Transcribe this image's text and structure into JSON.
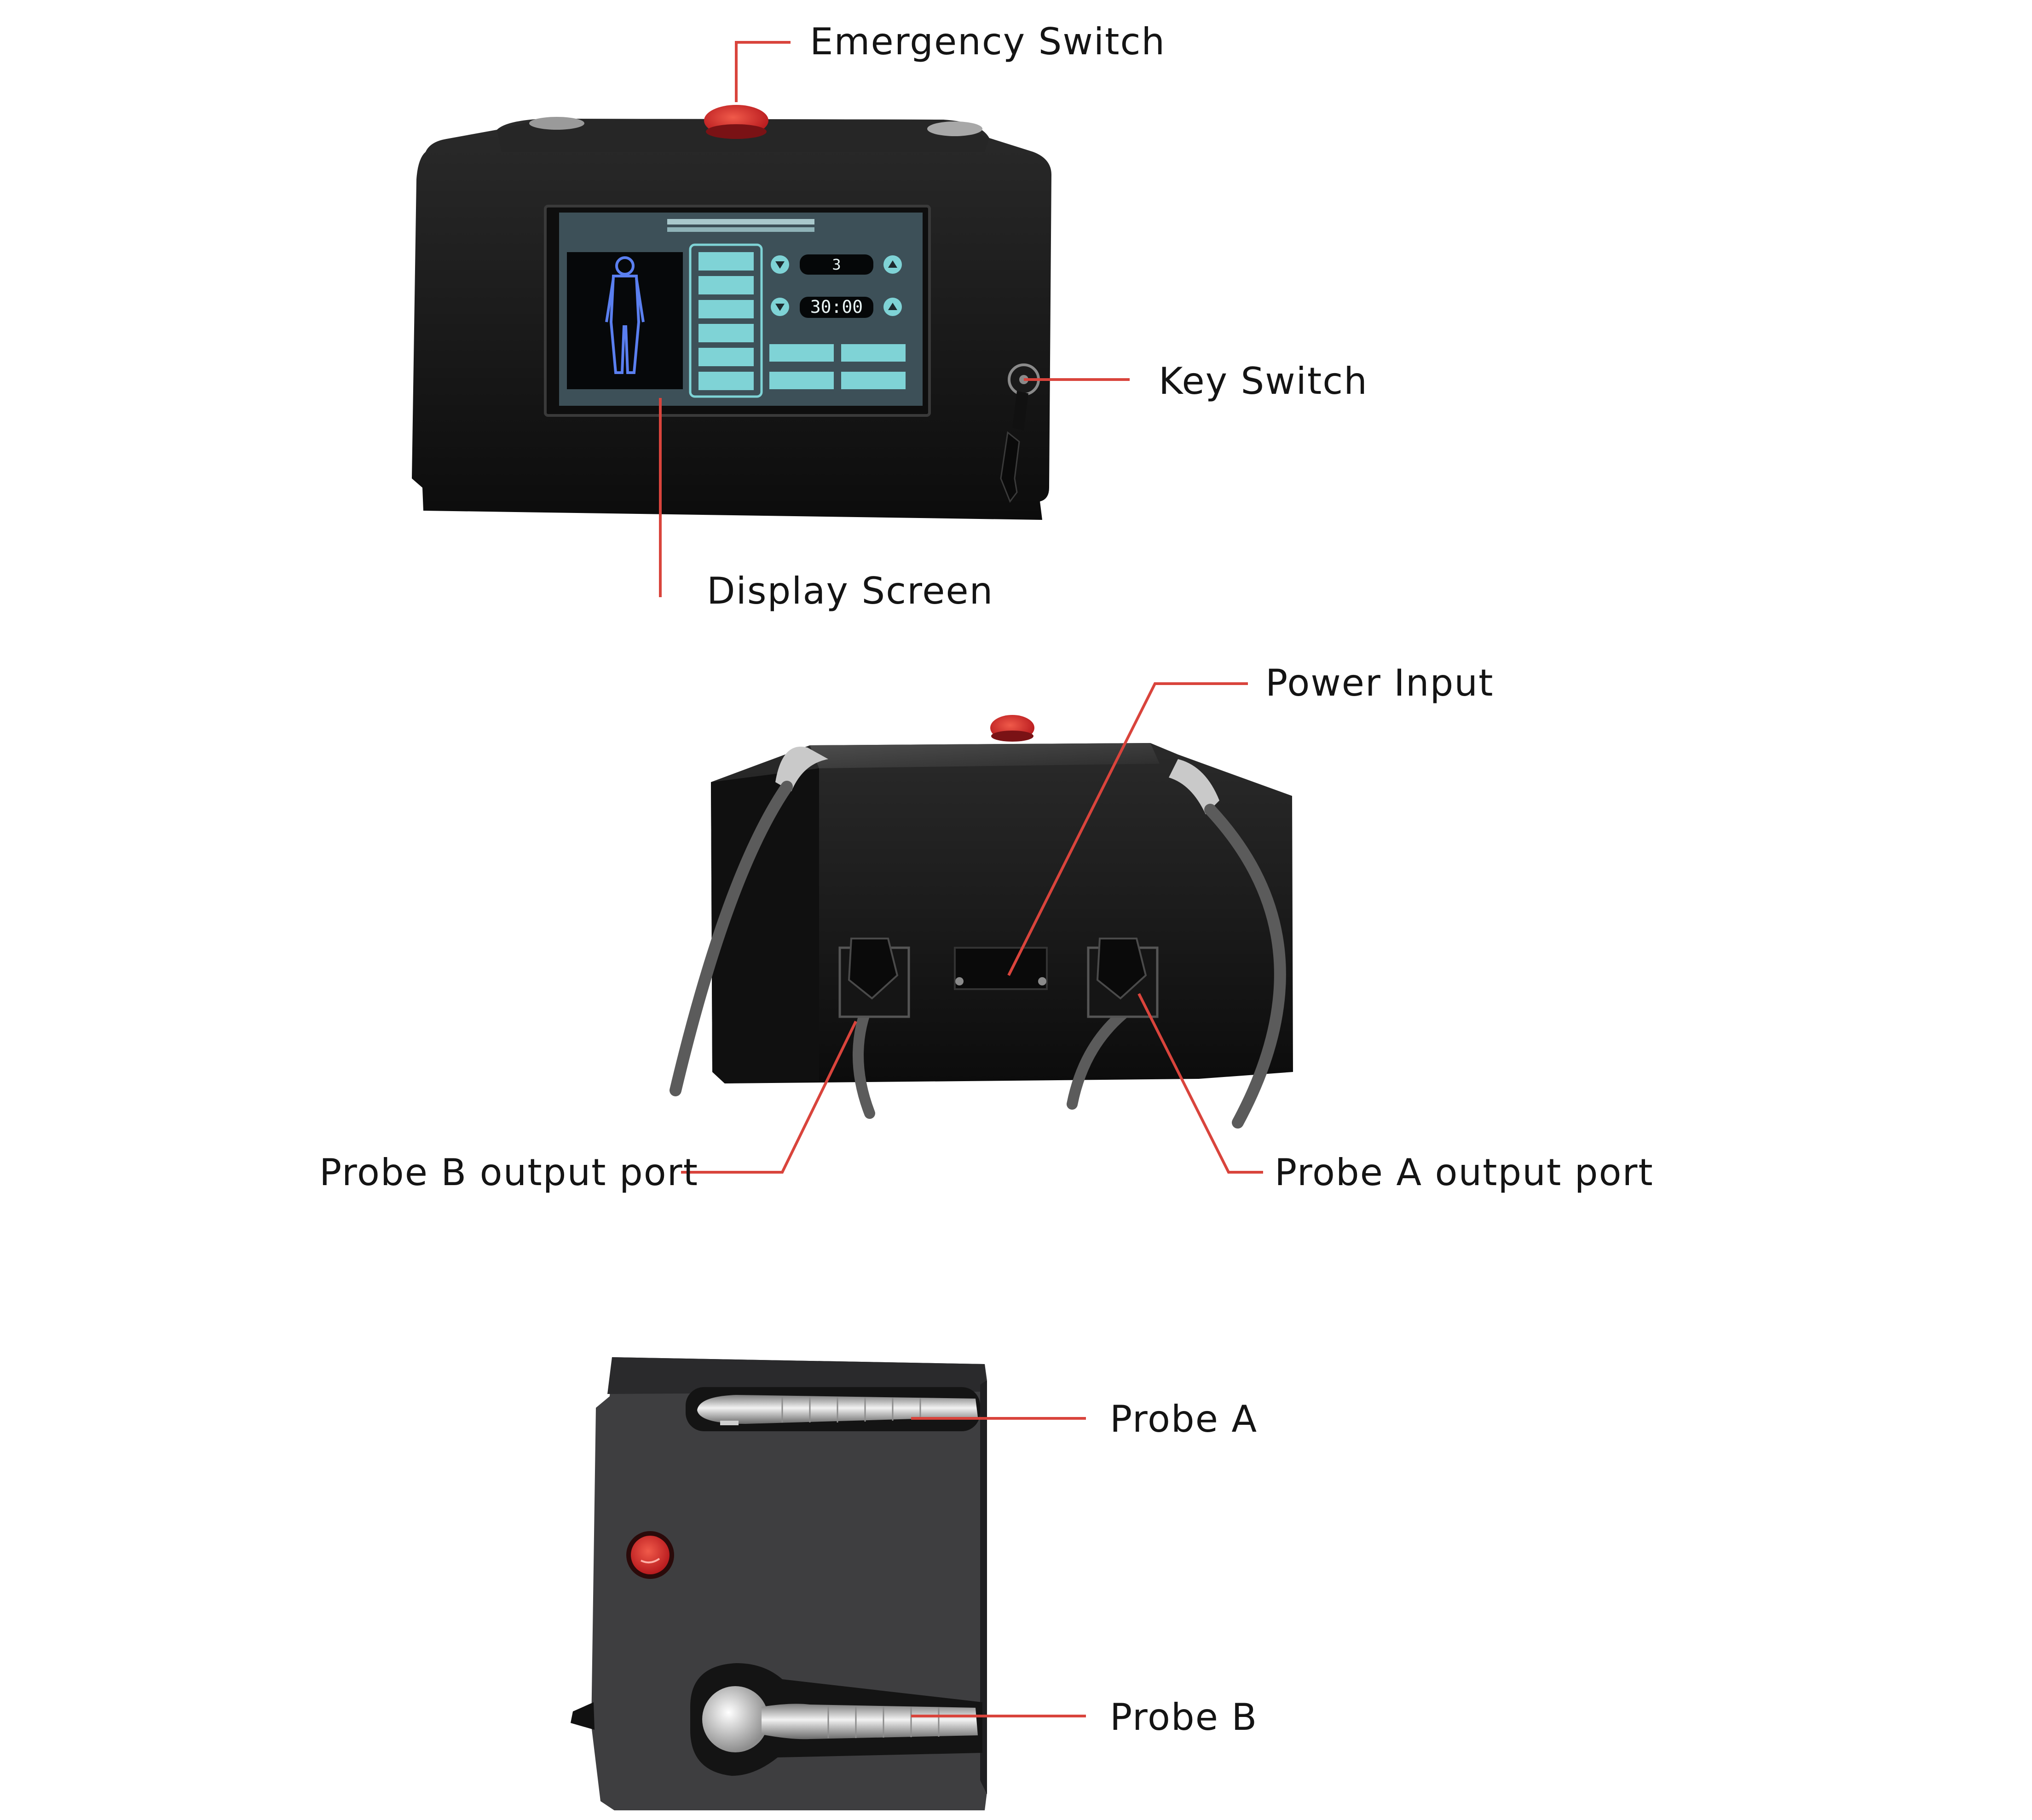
{
  "labels": {
    "emergency_switch": "Emergency Switch",
    "key_switch": "Key Switch",
    "display_screen": "Display Screen",
    "power_input": "Power Input",
    "probe_b_output_port": "Probe B output port",
    "probe_a_output_port": "Probe A output port",
    "probe_a": "Probe A",
    "probe_b": "Probe B"
  },
  "screen": {
    "level_value": "3",
    "timer_value": "30:00"
  },
  "colors": {
    "leader_line": "#d9443c",
    "device_body": "#141414",
    "emergency_button": "#d8262a",
    "screen_bg": "#3d5058",
    "screen_accent": "#7fd3d6",
    "label_text": "#141414"
  },
  "icons": {
    "emergency": "emergency-stop-icon",
    "key": "key-icon",
    "probe": "handheld-probe-icon",
    "arrow_up": "triangle-up-icon",
    "arrow_down": "triangle-down-icon",
    "body_figure": "human-body-figure-icon"
  }
}
